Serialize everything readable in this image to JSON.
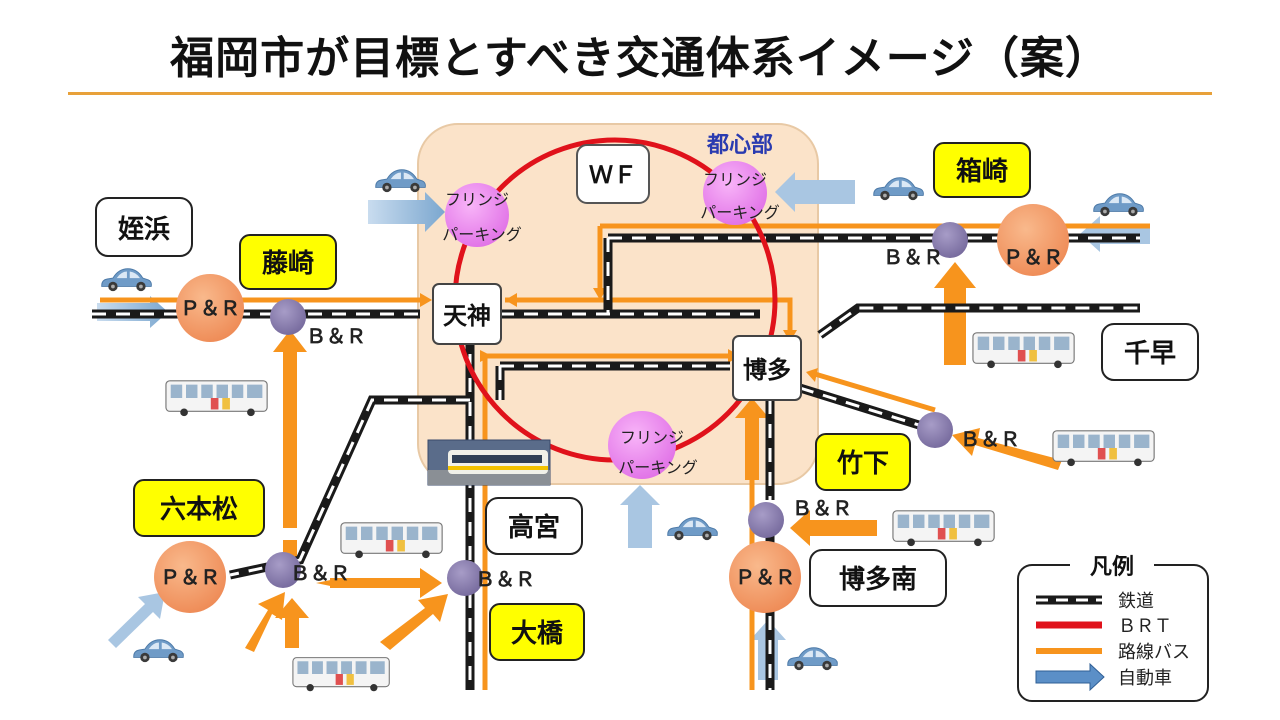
{
  "title": "福岡市が目標とすべき交通体系イメージ（案）",
  "toshinbu": "都心部",
  "wf": "ＷＦ",
  "fringe_line1": "フリンジ",
  "fringe_line2": "パーキング",
  "stations": {
    "tenjin": "天神",
    "hakata": "博多"
  },
  "nodes": {
    "pr": "Ｐ＆Ｒ",
    "br": "Ｂ＆Ｒ"
  },
  "places": {
    "meinohama": "姪浜",
    "fujisaki": "藤崎",
    "hakozaki": "箱崎",
    "chihaya": "千早",
    "takeshita": "竹下",
    "hakataminami": "博多南",
    "takamiya": "高宮",
    "ohashi": "大橋",
    "ropponmatsu": "六本松"
  },
  "legend": {
    "title": "凡例",
    "items": [
      "鉄道",
      "ＢＲＴ",
      "路線バス",
      "自動車"
    ]
  },
  "colors": {
    "brt": "#e0121b",
    "bus": "#f7941d",
    "car_arrow": "#7ba7cf",
    "yellow_label": "#ffff00",
    "node_purple": "#8a7fae",
    "node_orange": "#f0935a",
    "fringe_pink": "#ee82ee",
    "downtown_bg": "#fbe3c9"
  }
}
